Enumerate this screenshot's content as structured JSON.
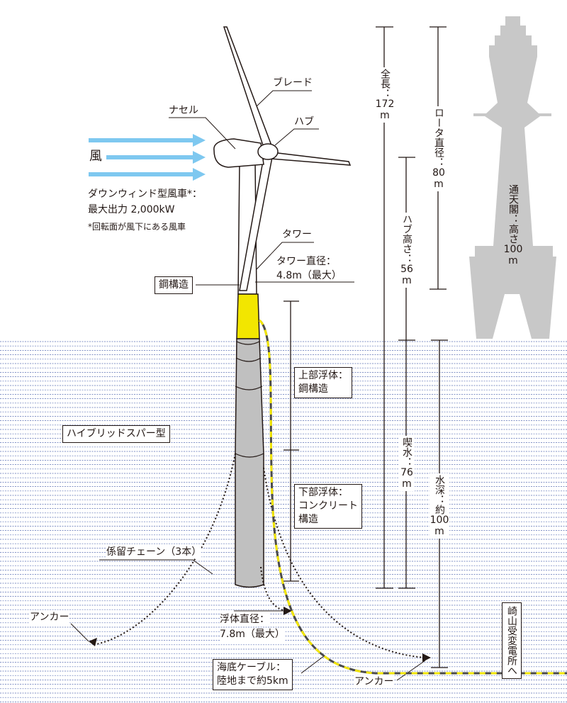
{
  "labels": {
    "blade": "ブレード",
    "nacelle": "ナセル",
    "hub": "ハブ",
    "wind": "風",
    "turbine_type": "ダウンウィンド型風車*：",
    "max_output": "最大出力 2,000kW",
    "footnote": "*回転面が風下にある風車",
    "tower": "タワー",
    "tower_diameter": "タワー直径：",
    "tower_diameter_value": "4.8m（最大）",
    "steel_structure": "鋼構造",
    "upper_float": "上部浮体：",
    "upper_float_material": "鋼構造",
    "hybrid_spar": "ハイブリッドスパー型",
    "lower_float": "下部浮体：",
    "lower_float_material_1": "コンクリート",
    "lower_float_material_2": "構造",
    "mooring_chain": "係留チェーン（3本）",
    "anchor_left": "アンカー",
    "float_diameter": "浮体直径：",
    "float_diameter_value": "7.8m（最大）",
    "subsea_cable": "海底ケーブル：",
    "subsea_cable_distance": "陸地まで約5km",
    "anchor_bottom": "アンカー",
    "substation": "崎山受変電所へ"
  },
  "dimensions": {
    "total_length": {
      "label": "全長：",
      "value": "172",
      "unit": "m"
    },
    "rotor_diameter": {
      "label": "ロータ直径：",
      "value": "80",
      "unit": "m"
    },
    "hub_height": {
      "label": "ハブ高さ：",
      "value": "56",
      "unit": "m"
    },
    "draft": {
      "label": "喫水：",
      "value": "76",
      "unit": "m"
    },
    "water_depth": {
      "label": "水深：約",
      "value": "100",
      "unit": "m"
    },
    "tsutenkaku": {
      "label": "通天閣：高さ",
      "value": "100",
      "unit": "m"
    }
  },
  "colors": {
    "wind_arrow": "#7ec8f0",
    "water_line": "#5a6fb4",
    "steel_section": "#f2e600",
    "concrete_float": "#c0c0c0",
    "tsutenkaku": "#c8c8c8",
    "cable_yellow": "#f2e600",
    "cable_dark": "#4a4a4a"
  }
}
